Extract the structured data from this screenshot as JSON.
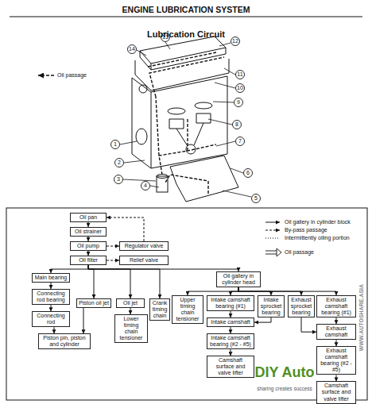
{
  "diagram": {
    "title": "ENGINE LUBRICATION SYSTEM",
    "nodes": [
      {
        "text": [
          "Oil pan"
        ]
      },
      {
        "text": [
          "Oil strainer"
        ]
      },
      {
        "text": [
          "Oil pump"
        ]
      },
      {
        "text": [
          "Regulator valve"
        ]
      },
      {
        "text": [
          "Oil filter"
        ]
      },
      {
        "text": [
          "Relief valve"
        ]
      },
      {
        "text": [
          "Main bearing"
        ]
      },
      {
        "text": [
          "Connecting rod bearing"
        ]
      },
      {
        "text": [
          "Piston oil jet"
        ]
      },
      {
        "text": [
          "Oil jet"
        ]
      },
      {
        "text": [
          "Crank timing chain"
        ]
      },
      {
        "text": [
          "Oil gallery in cylinder head"
        ]
      },
      {
        "text": [
          "Upper timing chain tensioner"
        ]
      },
      {
        "text": [
          "Intake camshaft bearing (#1)"
        ]
      },
      {
        "text": [
          "Intake sprocket bearing"
        ]
      },
      {
        "text": [
          "Exhaust sprocket bearing"
        ]
      },
      {
        "text": [
          "Exhaust camshaft bearing (#1)"
        ]
      },
      {
        "text": [
          "Connecting rod"
        ]
      },
      {
        "text": [
          "Lower timing chain tensioner"
        ]
      },
      {
        "text": [
          "Intake camshaft"
        ]
      },
      {
        "text": [
          "Exhaust camshaft"
        ]
      },
      {
        "text": [
          "Piston pin, piston and cylinder"
        ]
      },
      {
        "text": [
          "Intake camshaft bearing (#2 - #5)"
        ]
      },
      {
        "text": [
          "Exhaust camshaft bearing (#2 - #5)"
        ]
      },
      {
        "text": [
          "Camshaft surface and valve lifter"
        ]
      },
      {
        "text": [
          "Camshaft surface and valve lifter"
        ]
      }
    ],
    "edges": [
      {
        "from": 0,
        "to": 1,
        "arrow": "to"
      },
      {
        "from": 1,
        "to": 2,
        "arrow": "to"
      },
      {
        "from": 2,
        "to": 4,
        "arrow": "to"
      },
      {
        "from": 2,
        "to": 3,
        "arrow": "to"
      },
      {
        "from": 4,
        "to": 5,
        "arrow": "to"
      },
      {
        "from": 3,
        "to": 0,
        "arrow": "to"
      },
      {
        "from": 4,
        "to": 6,
        "arrow": "to"
      },
      {
        "from": 4,
        "to": 8,
        "arrow": "to"
      },
      {
        "from": 4,
        "to": 9,
        "arrow": "to"
      },
      {
        "from": 4,
        "to": 10,
        "arrow": "to"
      },
      {
        "from": 4,
        "to": 11,
        "arrow": "to"
      },
      {
        "from": 6,
        "to": 7,
        "arrow": "to"
      },
      {
        "from": 7,
        "to": 17,
        "arrow": "to"
      },
      {
        "from": 17,
        "to": 21,
        "arrow": "to"
      },
      {
        "from": 8,
        "to": 21,
        "arrow": "to"
      },
      {
        "from": 9,
        "to": 18,
        "arrow": "to"
      },
      {
        "from": 11,
        "to": 12,
        "arrow": "to"
      },
      {
        "from": 11,
        "to": 13,
        "arrow": "to"
      },
      {
        "from": 11,
        "to": 14,
        "arrow": "to"
      },
      {
        "from": 11,
        "to": 15,
        "arrow": "to"
      },
      {
        "from": 11,
        "to": 16,
        "arrow": "to"
      },
      {
        "from": 13,
        "to": 19,
        "arrow": "to"
      },
      {
        "from": 19,
        "to": 22,
        "arrow": "to"
      },
      {
        "from": 22,
        "to": 24,
        "arrow": "to"
      },
      {
        "from": 14,
        "to": 19,
        "arrow": "to"
      },
      {
        "from": 16,
        "to": 20,
        "arrow": "to"
      },
      {
        "from": 20,
        "to": 23,
        "arrow": "to"
      },
      {
        "from": 23,
        "to": 25,
        "arrow": "to"
      },
      {
        "from": 15,
        "to": 20,
        "arrow": "to"
      }
    ],
    "labels": [
      "Lubrication Circuit",
      "1",
      "2",
      "3",
      "4",
      "5",
      "6",
      "7",
      "8",
      "9",
      "10",
      "11",
      "12",
      "13",
      "14",
      "WWW.AUTOSHARE.ASIA",
      "DIY Auto",
      "sharing creates success"
    ],
    "legend": [
      {
        "text": "Oil passage"
      },
      {
        "text": "Oil gallery in cylinder block"
      },
      {
        "text": "By-pass passage"
      },
      {
        "text": "Intermittently oiling portion"
      },
      {
        "text": "Oil passage"
      }
    ]
  }
}
